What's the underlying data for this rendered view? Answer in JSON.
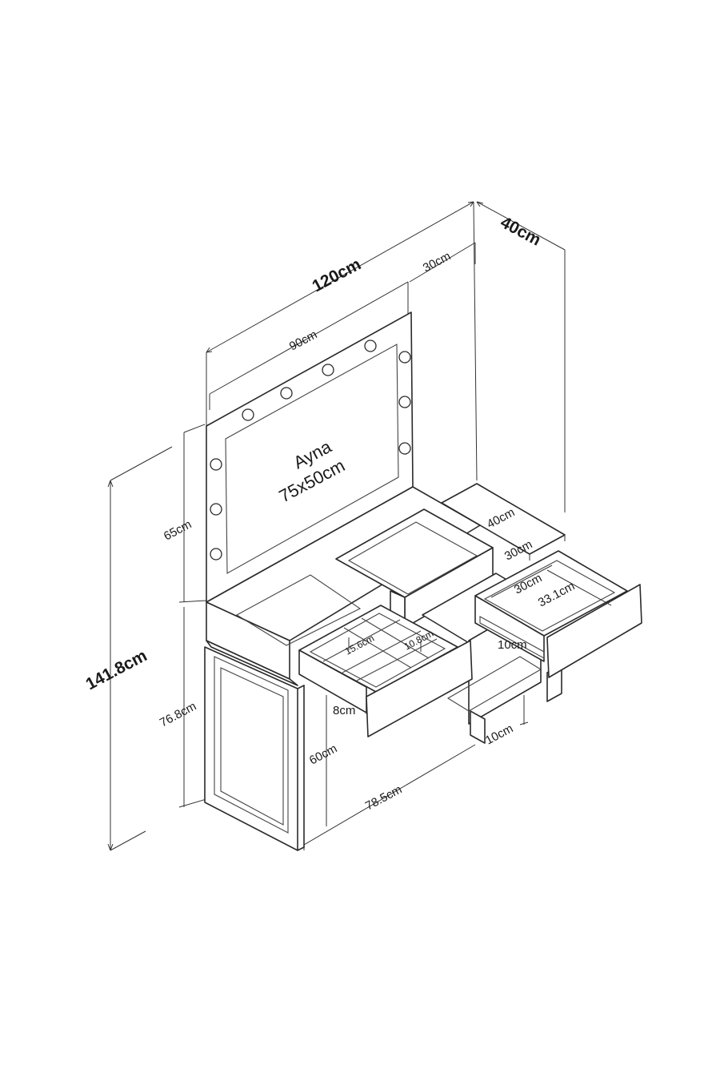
{
  "mirror": {
    "name": "Ayna",
    "size": "75x50cm"
  },
  "dimensions": {
    "total_width": "120cm",
    "total_depth": "40cm",
    "mirror_frame_width": "90cm",
    "side_unit_width": "30cm",
    "total_height": "141.8cm",
    "mirror_frame_height": "65cm",
    "table_height": "76.8cm",
    "leg_height": "60cm",
    "knee_space_width": "78.5cm",
    "small_drawer_height": "8cm",
    "compartment_a": "15.6cm",
    "compartment_b": "10.8cm",
    "right_top_depth": "40cm",
    "right_top_width": "30cm",
    "right_drawer_width": "30cm",
    "right_drawer_depth": "33.1cm",
    "right_drawer_height": "10cm",
    "foot_height": "10cm"
  }
}
